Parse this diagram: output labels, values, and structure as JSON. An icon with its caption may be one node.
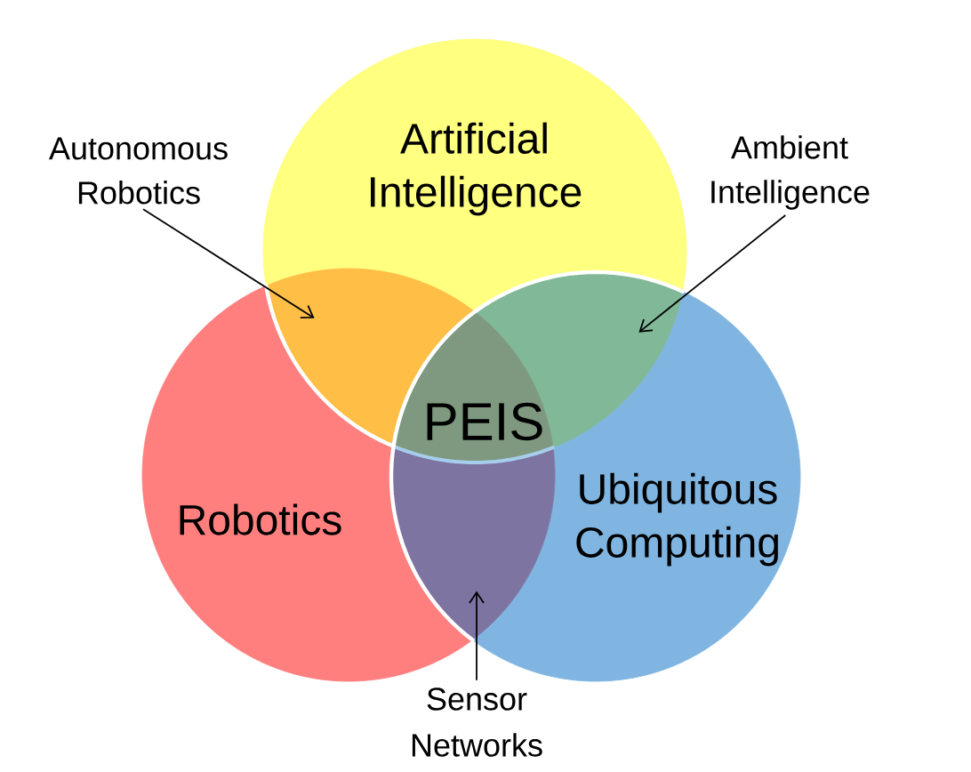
{
  "diagram": {
    "nodes": [
      {
        "text": [
          "Artificial Intelligence"
        ]
      },
      {
        "text": [
          "Robotics"
        ]
      },
      {
        "text": [
          "Ubiquitous Computing"
        ]
      },
      {
        "text": [],
        "shape": "lens"
      },
      {
        "text": [],
        "shape": "lens"
      },
      {
        "text": [
          "PEIS"
        ]
      },
      {
        "text": [],
        "shape": "lens"
      },
      {
        "text": [
          "Autonomous Robotics"
        ]
      },
      {
        "text": [
          "Ambient Intelligence"
        ]
      },
      {
        "text": [
          "Sensor Networks"
        ]
      }
    ],
    "edges": [
      {
        "from": 7,
        "to": 3,
        "arrow": "to"
      },
      {
        "from": 8,
        "to": 4,
        "arrow": "to"
      },
      {
        "from": 9,
        "to": 6,
        "arrow": "to"
      }
    ]
  }
}
